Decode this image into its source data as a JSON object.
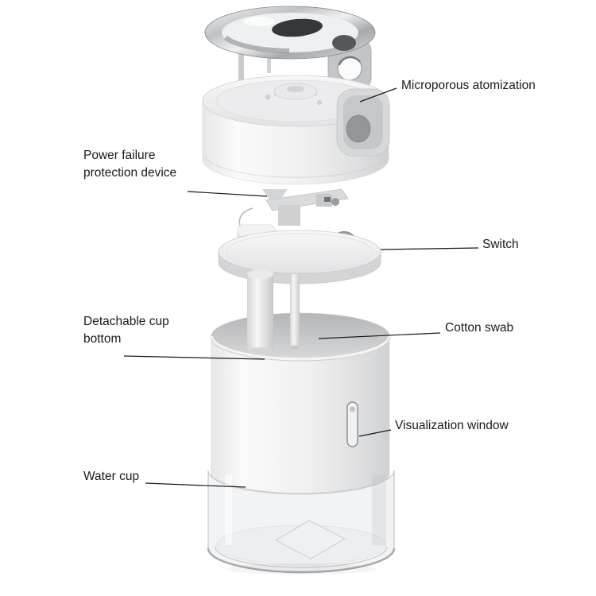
{
  "diagram": {
    "labels": {
      "microporous": {
        "text": "Microporous atomization"
      },
      "power_failure": {
        "text": "Power failure\nprotection device"
      },
      "switch": {
        "text": "Switch"
      },
      "detachable": {
        "text": "Detachable cup\nbottom"
      },
      "cotton_swab": {
        "text": "Cotton swab"
      },
      "visualization": {
        "text": "Visualization window"
      },
      "water_cup": {
        "text": "Water cup"
      }
    },
    "colors": {
      "background": "#ffffff",
      "label_text": "#1a1a1a",
      "leader_line": "#1a1a1a",
      "device_body": "#f0f0f1",
      "device_shadow": "#cfd0d2",
      "transparent_cup": "#e7eaed"
    }
  }
}
